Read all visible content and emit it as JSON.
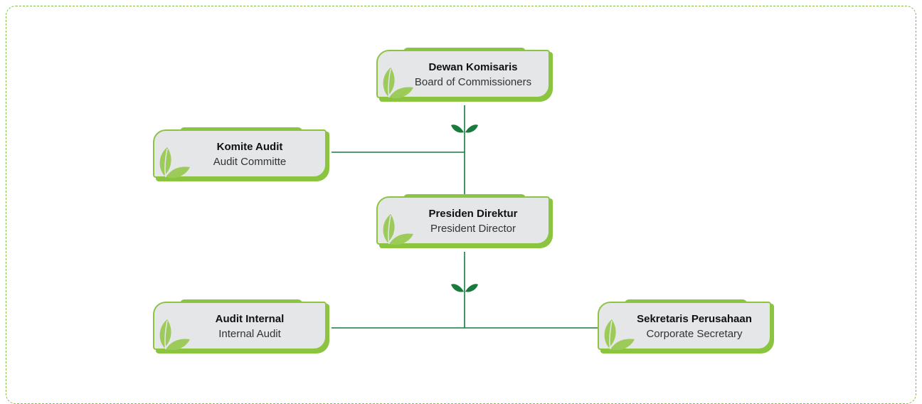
{
  "nodes": {
    "board_of_commissioners": {
      "title": "Dewan Komisaris",
      "subtitle": "Board of Commissioners"
    },
    "audit_committee": {
      "title": "Komite Audit",
      "subtitle": "Audit Committe"
    },
    "president_director": {
      "title": "Presiden Direktur",
      "subtitle": "President Director"
    },
    "internal_audit": {
      "title": "Audit Internal",
      "subtitle": "Internal Audit"
    },
    "corporate_secretary": {
      "title": "Sekretaris Perusahaan",
      "subtitle": "Corporate Secretary"
    }
  },
  "colors": {
    "accent_green": "#8bc540",
    "dark_green": "#1a7a3c",
    "leaf_light": "#9ccb5a",
    "box_fill": "#e5e6e7",
    "frame_border": "#7cbf4a"
  },
  "icons": {
    "node_icon": "leaf-icon",
    "connector_icon": "sprout-icon"
  }
}
